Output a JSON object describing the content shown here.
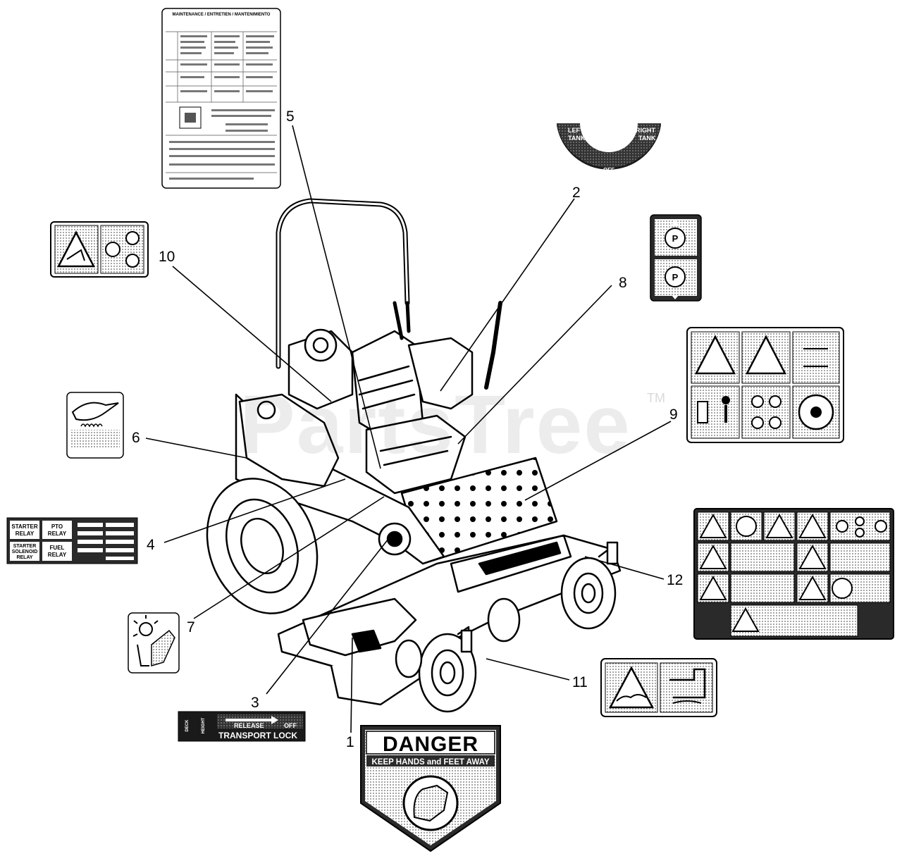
{
  "watermark": "PartsTree",
  "watermark_tm": "TM",
  "callouts": [
    {
      "id": "1",
      "text": "1"
    },
    {
      "id": "2",
      "text": "2"
    },
    {
      "id": "3",
      "text": "3"
    },
    {
      "id": "4",
      "text": "4"
    },
    {
      "id": "5",
      "text": "5"
    },
    {
      "id": "6",
      "text": "6"
    },
    {
      "id": "7",
      "text": "7"
    },
    {
      "id": "8",
      "text": "8"
    },
    {
      "id": "9",
      "text": "9"
    },
    {
      "id": "10",
      "text": "10"
    },
    {
      "id": "11",
      "text": "11"
    },
    {
      "id": "12",
      "text": "12"
    }
  ],
  "decals": {
    "fuel_valve": {
      "left": "LEFT",
      "left2": "TANK",
      "right": "RIGHT",
      "right2": "TANK",
      "off": "OFF"
    },
    "relay": {
      "starter": "STARTER",
      "relay": "RELAY",
      "pto": "PTO",
      "pto_relay": "RELAY",
      "starter_solenoid": "STARTER",
      "solenoid": "SOLENOID",
      "solenoid_relay": "RELAY",
      "fuel": "FUEL",
      "fuel_relay": "RELAY"
    },
    "transport_lock": {
      "side1": "DECK",
      "side2": "HEIGHT",
      "release": "RELEASE",
      "off": "OFF",
      "title": "TRANSPORT LOCK"
    },
    "danger": {
      "title": "DANGER",
      "subtitle": "KEEP HANDS and FEET AWAY"
    },
    "maintenance_title": "MAINTENANCE / ENTRETIEN / MANTENIMIENTO"
  },
  "colors": {
    "ink": "#000000",
    "paper": "#ffffff",
    "stipple": "#c8c8c8",
    "dark": "#2a2a2a"
  }
}
